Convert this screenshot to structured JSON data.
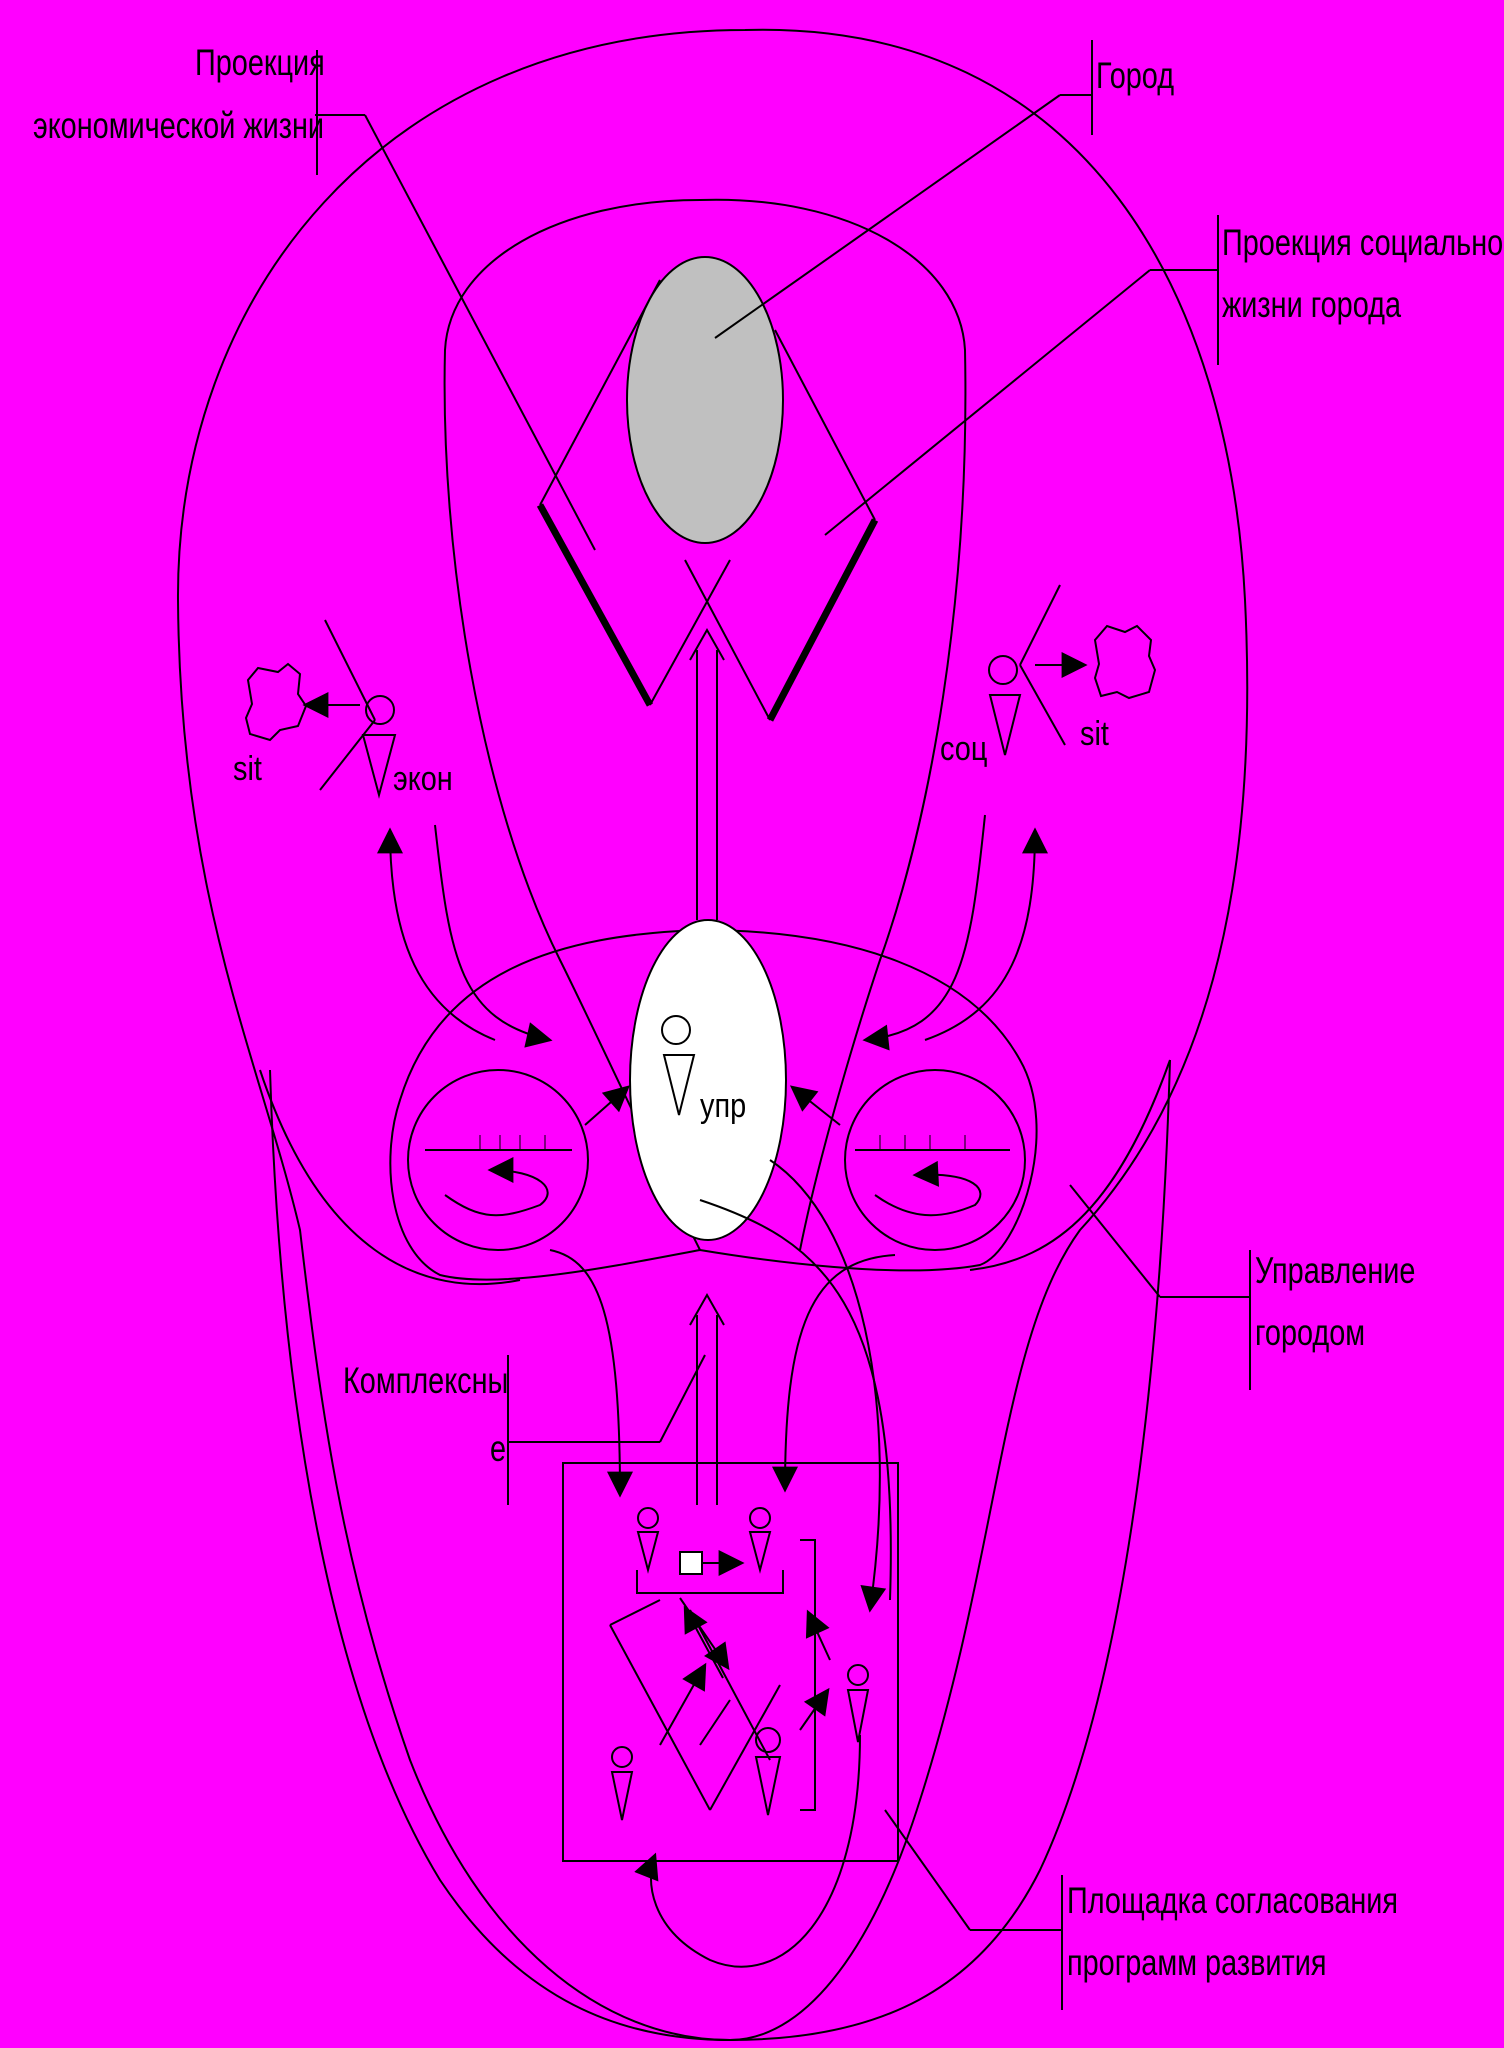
{
  "labels": {
    "economic_projection": "Проекция экономической жизни",
    "economic_projection_line1": "Проекция",
    "economic_projection_line2": "экономической жизни",
    "city": "Город",
    "social_projection_line1": "Проекция социальной",
    "social_projection_line2": "жизни города",
    "city_management_line1": "Управление",
    "city_management_line2": "городом",
    "complexes_line1": "Комплексны",
    "complexes_line2": "е",
    "platform_line1": "Площадка согласования",
    "platform_line2": "программ развития"
  },
  "markers": {
    "sit_left": "sit",
    "ekon": "экон",
    "sots": "соц",
    "sit_right": "sit",
    "upr": "упр"
  },
  "colors": {
    "background": "#ff00ff",
    "city_fill": "#c0c0c0",
    "management_fill": "#ffffff",
    "ink": "#000000"
  }
}
